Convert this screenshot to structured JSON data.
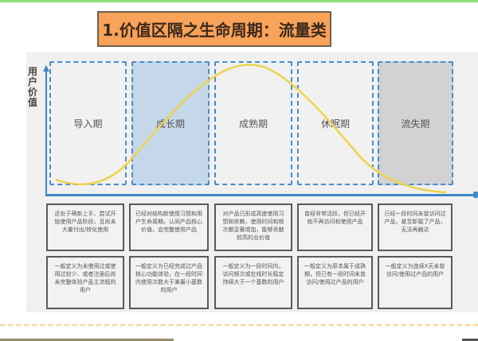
{
  "title": "1.价值区隔之生命周期：流量类",
  "chart": {
    "y_axis_label": "用户价值",
    "stages": [
      {
        "label": "导入期",
        "fill": "#f1f1f1"
      },
      {
        "label": "成长期",
        "fill": "#c5d8ea"
      },
      {
        "label": "成熟期",
        "fill": "#f1f1f1"
      },
      {
        "label": "休眠期",
        "fill": "#f1f1f1"
      },
      {
        "label": "流失期",
        "fill": "#d2d2d4"
      }
    ],
    "curve_color": "#eed34a",
    "axis_color": "#3f86c8"
  },
  "descriptions": {
    "row1": [
      "还处于萌新上手、尝试开始使用产品阶段，且尚未大量付出/转化使用",
      "已经对结构新使用习惯和用户生命周期，认同产品核心价值，会完整使用产品",
      "对产品已形成高度使用习惯和依赖，使用时间和频次都显著增加，能够贡献较高的业价值",
      "曾经非常活跃，但已经开始不再访问和使用产品",
      "已经一段时间未曾访问过产品，甚至卸载了产品，无法再触达"
    ],
    "row2": [
      "一般定义为未使用过或使用过较少、或者注册后尚未完整体验产品主流程的用户",
      "一般定义为已经完成过产品核心功能体验，在一段时间内使用次数大于某最小基数的用户",
      "一般定义为一段时间内，访问频次或在线时长稳定持续大于一个基数的用户",
      "一般定义为原本属于成熟期，但已有一段时间未曾访问/使用过产品的用户",
      "一般定义为连续X天未曾访问/使用过产品的用户"
    ]
  }
}
